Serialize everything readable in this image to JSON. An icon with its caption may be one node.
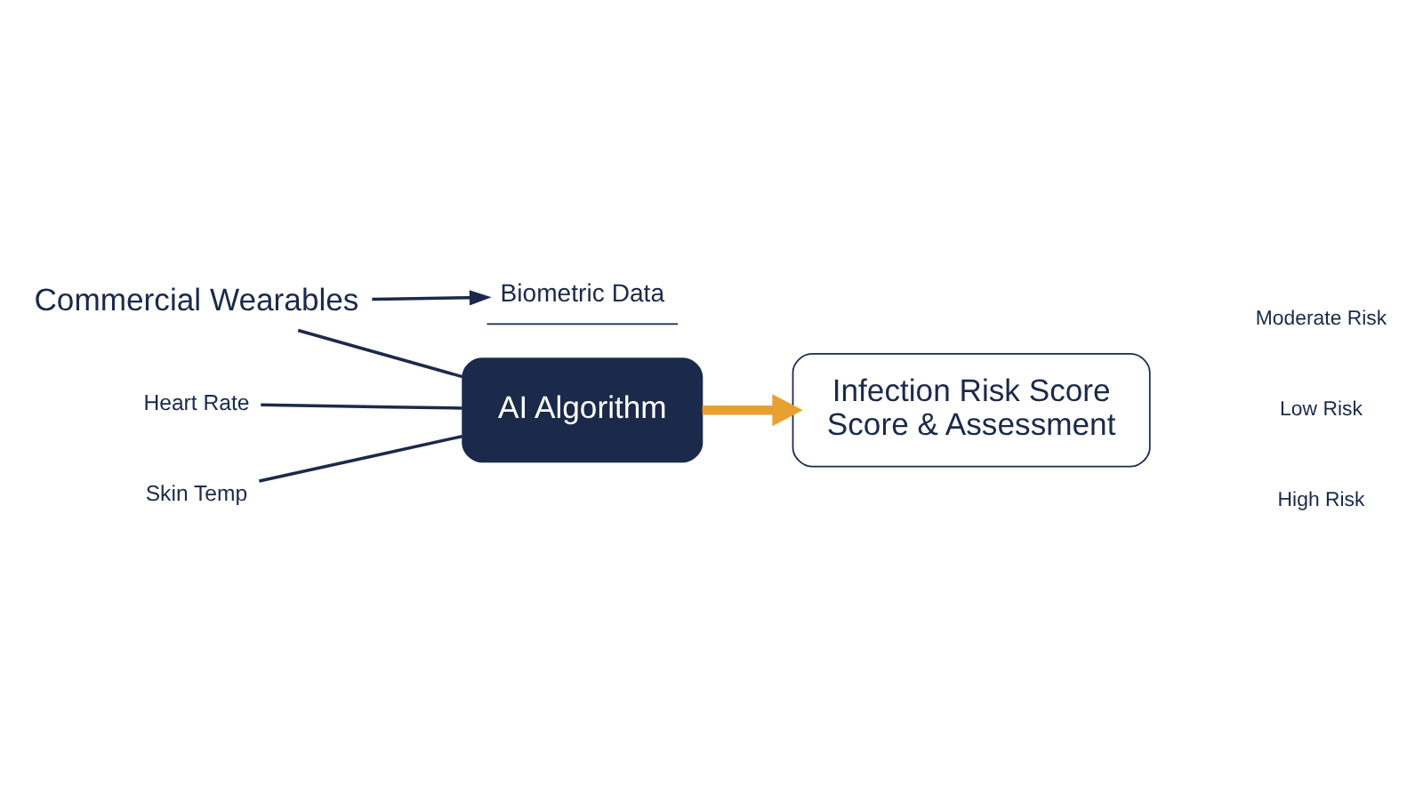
{
  "diagram": {
    "nodes": [
      {
        "text": [
          "Commercial Wearables"
        ]
      },
      {
        "text": [
          "Biometric Data"
        ]
      },
      {
        "text": [
          "Heart Rate"
        ]
      },
      {
        "text": [
          "Skin Temp"
        ]
      },
      {
        "text": [
          "AI Algorithm"
        ]
      },
      {
        "text": [
          "Infection Risk Score",
          "Score & Assessment"
        ]
      }
    ],
    "edges": [
      {
        "from": 0,
        "to": 1,
        "arrow": "to"
      },
      {
        "from": 0,
        "to": 4,
        "arrow": "none"
      },
      {
        "from": 2,
        "to": 4,
        "arrow": "none"
      },
      {
        "from": 3,
        "to": 4,
        "arrow": "none"
      },
      {
        "from": 4,
        "to": 5,
        "arrow": "to",
        "style": "thick",
        "color": "#e8a030"
      }
    ],
    "labels": [
      "Moderate Risk",
      "Low Risk",
      "High Risk"
    ]
  }
}
